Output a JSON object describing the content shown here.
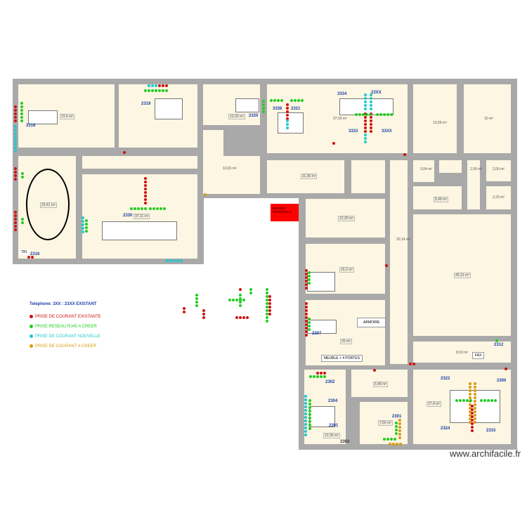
{
  "plan": {
    "areas": {
      "a2318": "23,6 m²",
      "a2319": "",
      "a2320": "13,32 m²",
      "a1081": "10,81 m²",
      "a3793": "37,93 m²",
      "a1369": "13,69 m²",
      "a10": "10 m²",
      "a2341": "23,41 m²",
      "a3711": "37,11 m²",
      "a1136": "11,36 m²",
      "a2014": "20,14 m²",
      "a304": "3,04 m²",
      "a548": "5,48 m²",
      "a299": "2,99 m²",
      "a200": "2,00 m²",
      "a220": "2,20 m²",
      "a4631": "46,31 m²",
      "a863": "8,63 m²",
      "a1230": "12,30 m²",
      "a162": "16,2 m²",
      "a20": "20 m²",
      "a1339": "13,39 m²",
      "a648": "6,48 m²",
      "a766": "7,66 m²",
      "a274": "27,4 m²"
    },
    "extensions": {
      "e2318": "2318",
      "e2319": "2319",
      "e2320": "2320",
      "e2330": "2330",
      "e2316": "2316",
      "e3334": "3334",
      "e23xx": "23XX",
      "e3336": "3336",
      "e2321": "2321",
      "e3333": "3333",
      "e33xx": "33XX",
      "e2307": "2307",
      "e2312": "2312",
      "e2322": "2322",
      "e2300": "2300",
      "e2324": "2324",
      "e2315": "2315",
      "e2302": "2302",
      "e2304": "2304",
      "e2301a": "2301",
      "e2301b": "2301",
      "e2303": "2303"
    },
    "tags": {
      "armoire": "ARMOIRE",
      "meuble": "MEUBLE + 4 PORTES",
      "tri": "TRI",
      "fax": "FAX"
    },
    "exit_label": "ENTREE PRINCIPALE"
  },
  "legend": {
    "title": "Telephone: 3XX : 23XX EXISTANT",
    "items": [
      {
        "label": "PRISE DE COURANT EXISTANTE",
        "color": "#d01010"
      },
      {
        "label": "PRISE RESEAU RJ45 A CREER",
        "color": "#22cc22"
      },
      {
        "label": "PRISE DE COURANT NOUVELLE",
        "color": "#22c8d0"
      },
      {
        "label": "PRISE DE COURANT A CREER",
        "color": "#d89a10"
      }
    ]
  },
  "watermark": "www.archifacile.fr"
}
